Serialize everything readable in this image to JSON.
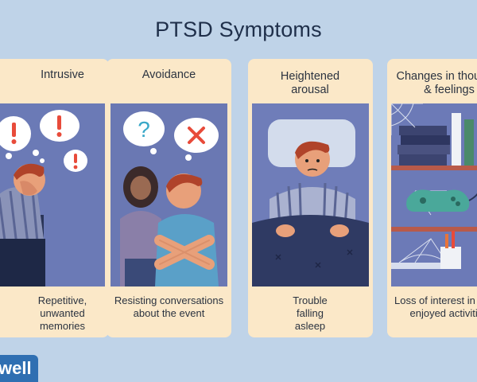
{
  "title": "PTSD Symptoms",
  "cards": [
    {
      "label": "Intrusive",
      "desc": "Repetitive, unwanted memories",
      "bg": "#6b7ab6"
    },
    {
      "label": "Avoidance",
      "desc": "Resisting conversations about the event",
      "bg": "#6a78b3"
    },
    {
      "label": "Heightened arousal",
      "desc": "Trouble falling asleep",
      "bg": "#6f7db9"
    },
    {
      "label": "Changes in thoughts & feelings",
      "desc": "Loss of interest in once-enjoyed activities",
      "bg": "#6c7ab7"
    }
  ],
  "brand": "well",
  "colors": {
    "page_bg": "#bfd3e8",
    "card_bg": "#fbe8c8",
    "brand_bg": "#2f6fb2"
  }
}
